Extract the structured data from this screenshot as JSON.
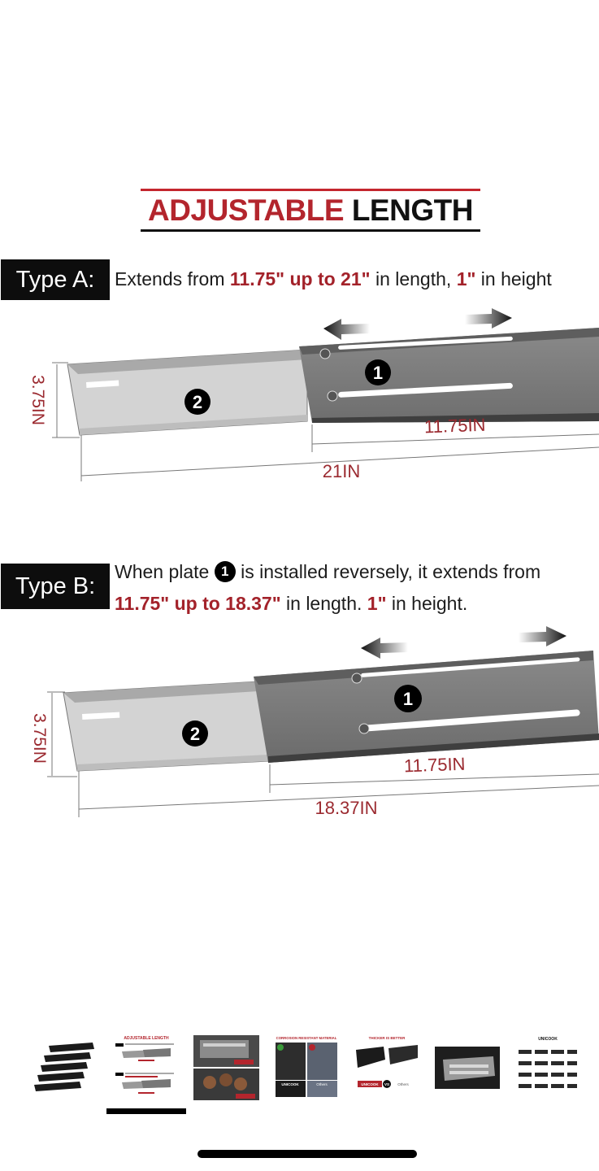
{
  "title": {
    "part1": "ADJUSTABLE",
    "part2": "LENGTH"
  },
  "type_a": {
    "badge": "Type A:",
    "desc_pre": "Extends from ",
    "desc_val1": "11.75\" up to 21\"",
    "desc_mid": " in length, ",
    "desc_val2": "1\"",
    "desc_post": " in height",
    "height_label": "3.75IN",
    "inner_length": "11.75IN",
    "total_length": "21IN",
    "plate1": "1",
    "plate2": "2"
  },
  "type_b": {
    "badge": "Type B:",
    "line1_pre": "When plate ",
    "line1_num": "1",
    "line1_post": " is installed reversely, it extends from",
    "line2_val1": "11.75\" up to 18.37\"",
    "line2_mid": " in length. ",
    "line2_val2": "1\"",
    "line2_post": " in height.",
    "height_label": "3.75IN",
    "inner_length": "11.75IN",
    "total_length": "18.37IN",
    "plate1": "1",
    "plate2": "2"
  },
  "gallery": {
    "selected_index": 1,
    "thumbnails": [
      "heat-plates-set",
      "adjustable-length",
      "grill-installed",
      "corrosion-resistant-material",
      "thicker-is-better",
      "burner-closeup",
      "unicook-models"
    ],
    "thumb_texts": {
      "t2": "ADJUSTABLE LENGTH",
      "t4": "CORROSION RESISTANT MATERIAL",
      "t4_brand": "UNICOOK",
      "t4_other": "Others",
      "t5": "THICKER IS BETTER",
      "t5_brand": "UNICOOK",
      "t5_vs": "VS",
      "t5_other": "Others",
      "t7": "UNICOOK"
    }
  },
  "colors": {
    "accent_red": "#b3252d",
    "badge_black": "#0d0d0d"
  }
}
